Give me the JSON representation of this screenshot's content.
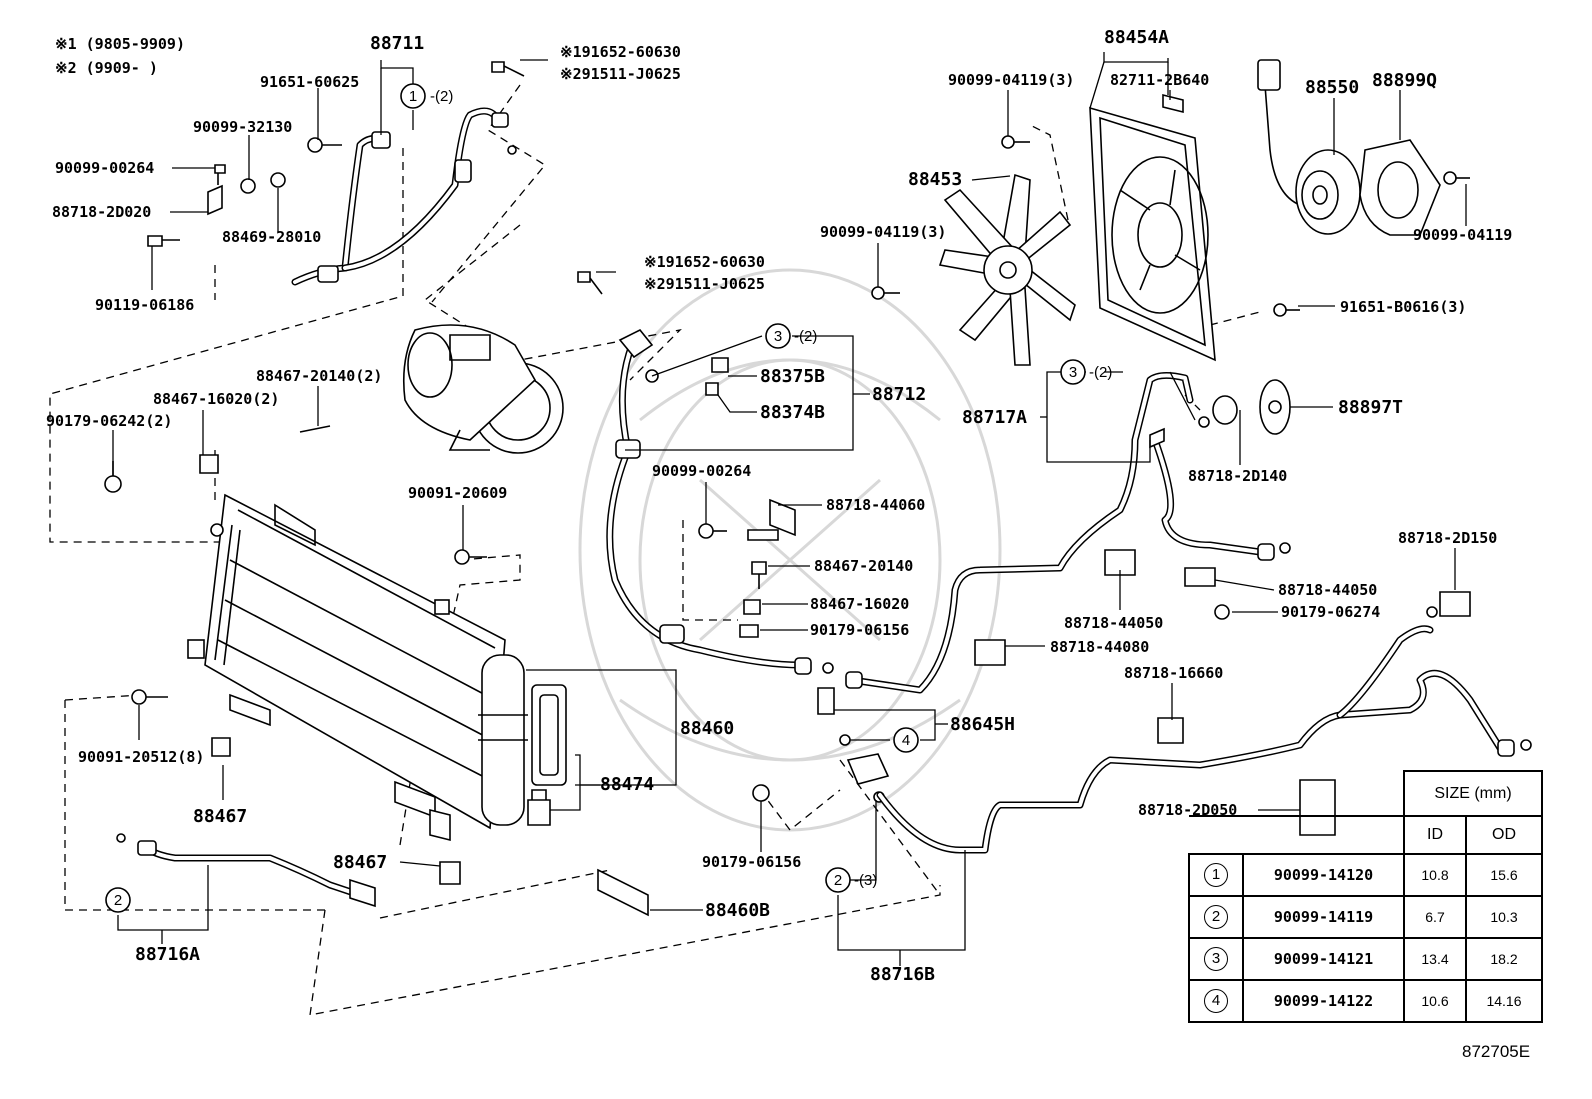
{
  "notes": {
    "note1": "※1 (9805-9909)",
    "note2": "※2 (9909-        )"
  },
  "labels": {
    "p88711": "88711",
    "p91651_60625": "91651-60625",
    "p90099_32130": "90099-32130",
    "p90099_00264_a": "90099-00264",
    "p88718_2D020": "88718-2D020",
    "p88469_28010": "88469-28010",
    "p90119_06186": "90119-06186",
    "p91652_60630_a": "※191652-60630",
    "p91511_J0625_a": "※291511-J0625",
    "p91652_60630_b": "※191652-60630",
    "p91511_J0625_b": "※291511-J0625",
    "p88467_20140_2": "88467-20140(2)",
    "p88467_16020_2": "88467-16020(2)",
    "p90179_06242_2": "90179-06242(2)",
    "p90091_20609": "90091-20609",
    "p90091_20512_8": "90091-20512(8)",
    "p88467_a": "88467",
    "p88467_b": "88467",
    "p88460": "88460",
    "p88474": "88474",
    "p88460B": "88460B",
    "p88716A": "88716A",
    "p88712": "88712",
    "p88375B": "88375B",
    "p88374B": "88374B",
    "p90099_00264_b": "90099-00264",
    "p88718_44060": "88718-44060",
    "p88467_20140": "88467-20140",
    "p88467_16020": "88467-16020",
    "p90179_06156_a": "90179-06156",
    "p90179_06156_b": "90179-06156",
    "p88645H": "88645H",
    "p88716B": "88716B",
    "p88454A": "88454A",
    "p90099_04119_3a": "90099-04119(3)",
    "p82711_2B640": "82711-2B640",
    "p88550": "88550",
    "p88899Q": "88899Q",
    "p88453": "88453",
    "p90099_04119_3b": "90099-04119(3)",
    "p90099_04119": "90099-04119",
    "p91651_B0616_3": "91651-B0616(3)",
    "p88717A": "88717A",
    "p88897T": "88897T",
    "p88718_2D140": "88718-2D140",
    "p88718_44050_a": "88718-44050",
    "p88718_44050_b": "88718-44050",
    "p90179_06274": "90179-06274",
    "p88718_44080": "88718-44080",
    "p88718_16660": "88718-16660",
    "p88718_2D150": "88718-2D150",
    "p88718_2D050": "88718-2D050"
  },
  "callouts": {
    "c1": {
      "num": "1",
      "qty": "-(2)"
    },
    "c2a": {
      "num": "2",
      "qty": ""
    },
    "c2b": {
      "num": "2",
      "qty": "-(3)"
    },
    "c3a": {
      "num": "3",
      "qty": "-(2)"
    },
    "c3b": {
      "num": "3",
      "qty": "-(2)"
    },
    "c4": {
      "num": "4",
      "qty": ""
    }
  },
  "size_table": {
    "title": "SIZE (mm)",
    "col_id": "ID",
    "col_od": "OD",
    "rows": [
      {
        "no": "1",
        "part": "90099-14120",
        "id": "10.8",
        "od": "15.6"
      },
      {
        "no": "2",
        "part": "90099-14119",
        "id": "6.7",
        "od": "10.3"
      },
      {
        "no": "3",
        "part": "90099-14121",
        "id": "13.4",
        "od": "18.2"
      },
      {
        "no": "4",
        "part": "90099-14122",
        "id": "10.6",
        "od": "14.16"
      }
    ]
  },
  "ref_code": "872705E"
}
